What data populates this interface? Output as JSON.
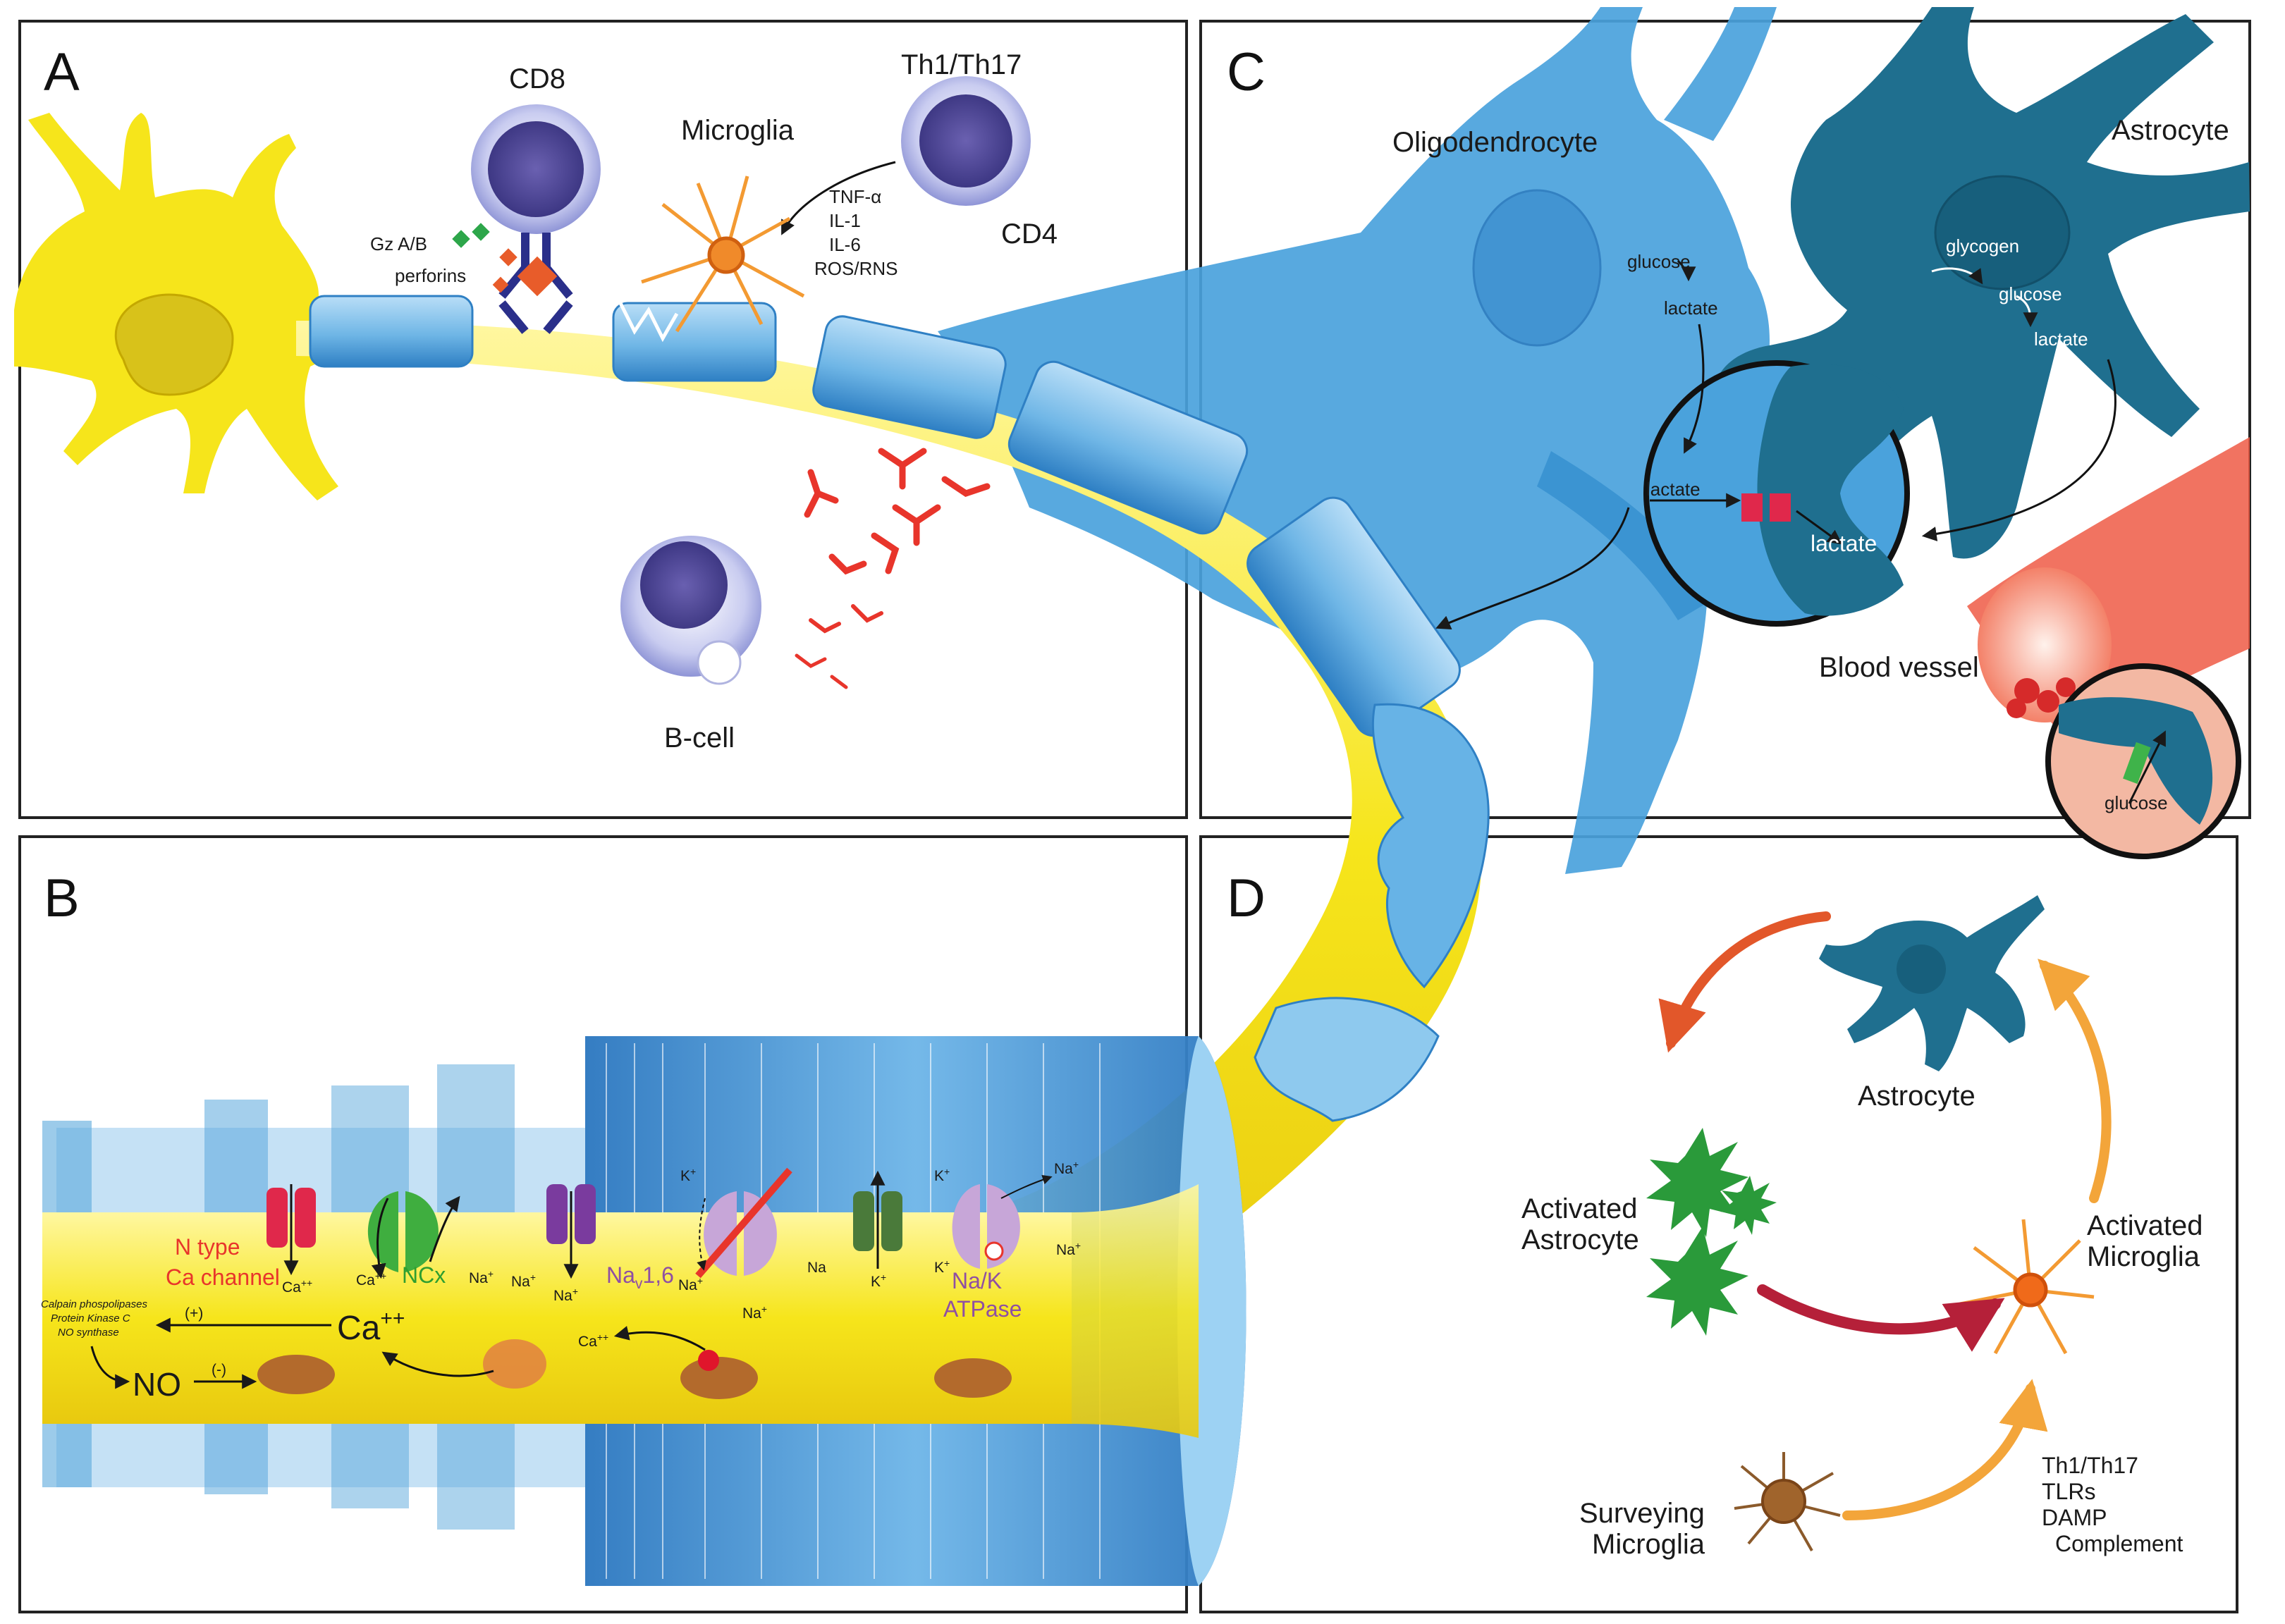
{
  "panels": {
    "a": {
      "letter": "A",
      "labels": {
        "cd8": "CD8",
        "th": "Th1/Th17",
        "microglia": "Microglia",
        "cd4": "CD4",
        "gz": "Gz A/B",
        "perforins": "perforins",
        "bcell": "B-cell",
        "cytokines": [
          "TNF-α",
          "IL-1",
          "IL-6",
          "ROS/RNS"
        ]
      }
    },
    "b": {
      "letter": "B",
      "labels": {
        "ntype": "N type",
        "cachannel": "Ca channel",
        "ncx": "NCx",
        "nav": "Na",
        "nav_sub": "v",
        "nav_suffix": "1,6",
        "nak": "Na/K",
        "atpase": "ATPase",
        "ca_big": "Ca",
        "ca_big_sup": "++",
        "no": "NO",
        "plus": "(+)",
        "minus": "(-)",
        "calpain": [
          "Calpain phospolipases",
          "Protein Kinase C",
          "NO synthase"
        ],
        "ion_ca": "Ca",
        "ion_ca_sup": "++",
        "ion_na": "Na",
        "ion_na_sup": "+",
        "ion_k": "K",
        "ion_k_sup": "+",
        "ion_na_plain": "Na"
      }
    },
    "c": {
      "letter": "C",
      "labels": {
        "oligo": "Oligodendrocyte",
        "astro": "Astrocyte",
        "glucose": "glucose",
        "lactate": "lactate",
        "glycogen": "glycogen",
        "vessel": "Blood vessel"
      }
    },
    "d": {
      "letter": "D",
      "labels": {
        "astro": "Astrocyte",
        "activated_astro": [
          "Activated",
          "Astrocyte"
        ],
        "activated_micro": [
          "Activated",
          "Microglia"
        ],
        "surveying": [
          "Surveying",
          "Microglia"
        ],
        "triggers": [
          "Th1/Th17",
          "TLRs",
          "DAMP",
          "Complement"
        ]
      }
    }
  },
  "colors": {
    "neuron": "#f6e51b",
    "myelin": "#5aa8dc",
    "myelin_dark": "#2e7fc0",
    "astro_dark": "#1f6f8f",
    "antibody": "#e8352b",
    "green": "#2f9e2f",
    "orange": "#f08a2a",
    "lymph": "#6b5fb0"
  }
}
